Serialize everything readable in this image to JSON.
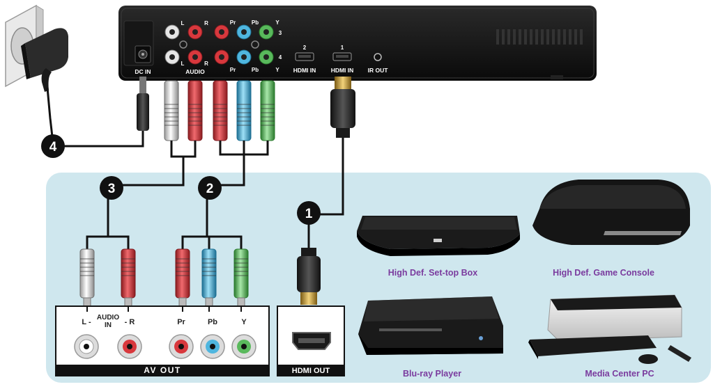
{
  "device_panel": {
    "dc_in": "DC IN",
    "audio": "AUDIO",
    "hdmi_in": "HDMI IN",
    "ir_out": "IR OUT",
    "audio_l": "L",
    "audio_r": "R",
    "comp_pr": "Pr",
    "comp_pb": "Pb",
    "comp_y": "Y",
    "input_3": "3",
    "input_4": "4",
    "hdmi_port_2": "2",
    "hdmi_port_1": "1"
  },
  "steps": [
    "1",
    "2",
    "3",
    "4"
  ],
  "source_panel": {
    "audio_l": "L -",
    "audio_in_line1": "AUDIO",
    "audio_in_line2": "IN",
    "audio_r": "- R",
    "pr": "Pr",
    "pb": "Pb",
    "y": "Y",
    "av_out": "AV OUT",
    "hdmi_out": "HDMI OUT"
  },
  "devices": [
    {
      "label": "High Def. Set-top Box"
    },
    {
      "label": "High Def. Game Console"
    },
    {
      "label": "Blu-ray Player"
    },
    {
      "label": "Media Center PC"
    }
  ],
  "colors": {
    "panel_bg": "#cfe7ee",
    "white_plug": "#e8e8e8",
    "red_plug": "#d8383d",
    "blue_plug": "#4fb6df",
    "green_plug": "#59b95c",
    "label_purple": "#7a3b9e"
  }
}
